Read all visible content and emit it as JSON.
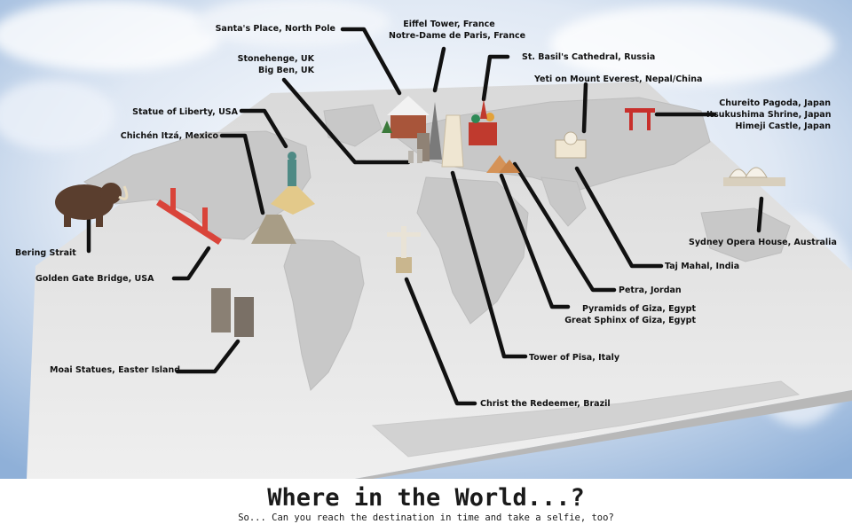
{
  "map": {
    "labels": {
      "santa": [
        "Santa's Place, North Pole"
      ],
      "eiffel": [
        "Eiffel Tower, France",
        "Notre-Dame de Paris, France"
      ],
      "basil": [
        "St. Basil's Cathedral, Russia"
      ],
      "stonehenge": [
        "Stonehenge, UK",
        "Big Ben, UK"
      ],
      "yeti": [
        "Yeti on Mount Everest, Nepal/China"
      ],
      "liberty": [
        "Statue of Liberty, USA"
      ],
      "japan": [
        "Chureito Pagoda, Japan",
        "Itsukushima Shrine, Japan",
        "Himeji Castle, Japan"
      ],
      "chichen": [
        "Chichén Itzá, Mexico"
      ],
      "bering": [
        "Bering Strait"
      ],
      "sydney": [
        "Sydney Opera House, Australia"
      ],
      "goldengate": [
        "Golden Gate Bridge, USA"
      ],
      "taj": [
        "Taj Mahal, India"
      ],
      "petra": [
        "Petra, Jordan"
      ],
      "giza": [
        "Pyramids of Giza, Egypt",
        "Great Sphinx of Giza, Egypt"
      ],
      "moai": [
        "Moai Statues, Easter Island"
      ],
      "pisa": [
        "Tower of Pisa, Italy"
      ],
      "christ": [
        "Christ the Redeemer, Brazil"
      ]
    },
    "colors": {
      "sky": "#b9cce6",
      "board": "#e2e2e2",
      "land": "#cdcdcd",
      "leader": "#111111"
    }
  },
  "footer": {
    "title": "Where in the World...?",
    "subtitle": "So... Can you reach the destination in time and take a selfie, too?"
  }
}
